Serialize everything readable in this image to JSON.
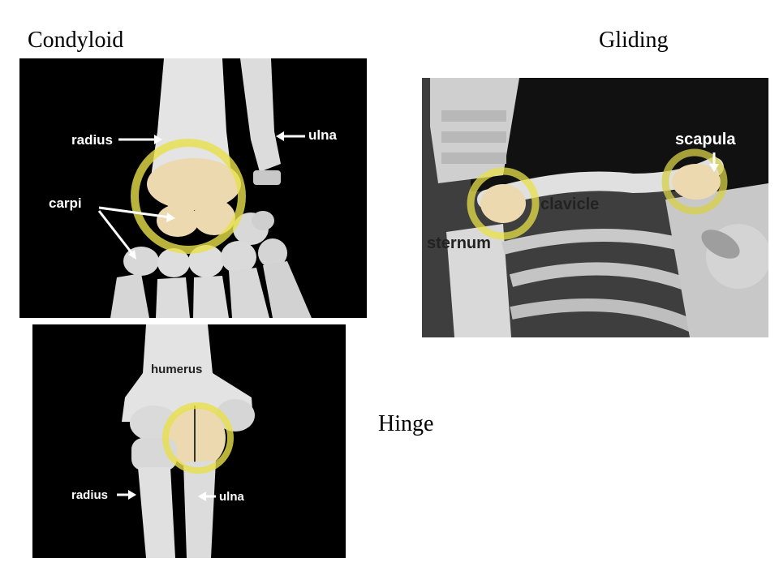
{
  "titles": {
    "condyloid": "Condyloid",
    "gliding": "Gliding",
    "hinge": "Hinge"
  },
  "wrist": {
    "radius": "radius",
    "ulna": "ulna",
    "carpi": "carpi"
  },
  "shoulder": {
    "scapula": "scapula",
    "clavicle": "clavicle",
    "sternum": "sternum"
  },
  "elbow": {
    "humerus": "humerus",
    "radius": "radius",
    "ulna": "ulna"
  },
  "colors": {
    "highlight_ring": "#e8e04a",
    "bone": "#e6e6e6",
    "joint_bone": "#ecd9b0",
    "background_dark": "#000000",
    "background_gray": "#4a4a4a"
  }
}
